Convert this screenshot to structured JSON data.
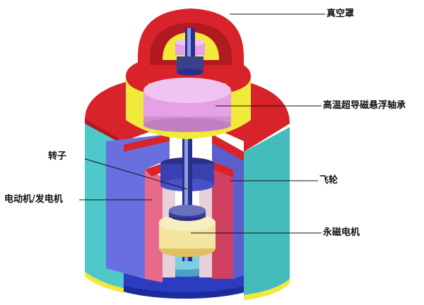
{
  "labels": {
    "vacuum_cover": "真空罩",
    "hts_bearing": "高温超导磁悬浮轴承",
    "rotor": "转子",
    "flywheel": "飞轮",
    "motor_generator": "电动机/发电机",
    "permanent_magnet_bearing": "永磁电机"
  },
  "colors": {
    "dome_red": "#d8232a",
    "housing_yellow": "#f2ea3a",
    "outer_cyan": "#4ec8c8",
    "flywheel_blue": "#6a6fe0",
    "inner_pink": "#e86a8a",
    "bearing_magenta": "#e6a0e6",
    "shaft_navy": "#2a2f8a",
    "base_blue": "#2c3cc0"
  }
}
